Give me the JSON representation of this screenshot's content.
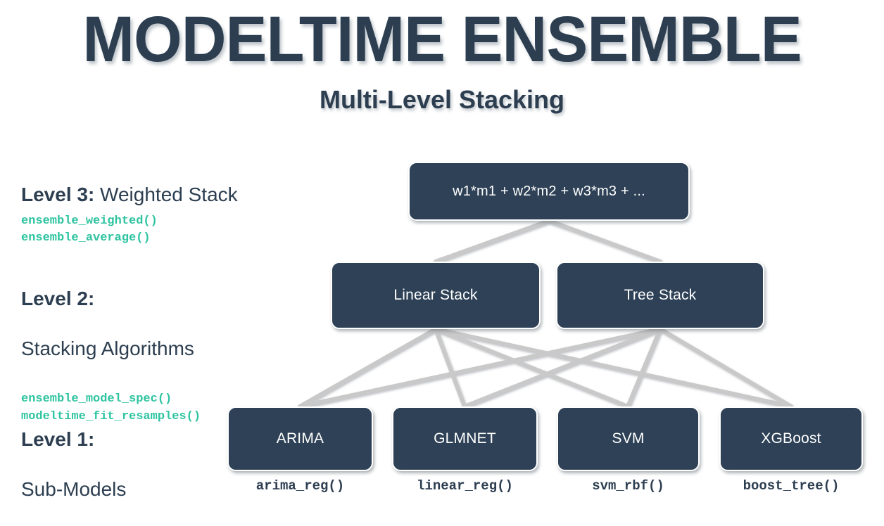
{
  "header": {
    "title": "MODELTIME ENSEMBLE",
    "subtitle": "Multi-Level Stacking"
  },
  "colors": {
    "background": "#ffffff",
    "navy": "#2c3e50",
    "box_fill": "#2e4156",
    "box_border": "#ffffff",
    "code_teal": "#2ec4a0",
    "edge_gray": "#c0c0c0"
  },
  "levels": [
    {
      "id": "level-3",
      "level_label": "Level 3:",
      "description": " Weighted Stack",
      "inline": true,
      "code": [
        "ensemble_weighted()",
        "ensemble_average()"
      ]
    },
    {
      "id": "level-2",
      "level_label": "Level 2:",
      "description": "Stacking Algorithms",
      "inline": false,
      "code": [
        "ensemble_model_spec()",
        "modeltime_fit_resamples()"
      ]
    },
    {
      "id": "level-1",
      "level_label": "Level 1:",
      "description": "Sub-Models",
      "inline": false,
      "code": []
    }
  ],
  "nodes": {
    "level3": [
      {
        "label": "w1*m1 + w2*m2 + w3*m3 + ..."
      }
    ],
    "level2": [
      {
        "label": "Linear Stack"
      },
      {
        "label": "Tree Stack"
      }
    ],
    "level1": [
      {
        "label": "ARIMA",
        "fn": "arima_reg()"
      },
      {
        "label": "GLMNET",
        "fn": "linear_reg()"
      },
      {
        "label": "SVM",
        "fn": "svm_rbf()"
      },
      {
        "label": "XGBoost",
        "fn": "boost_tree()"
      }
    ]
  },
  "chart_data": {
    "type": "diagram",
    "title": "MODELTIME ENSEMBLE",
    "subtitle": "Multi-Level Stacking",
    "layout": "bottom-up stacking hierarchy, 3 levels",
    "edges": [
      {
        "from": "w1*m1 + w2*m2 + w3*m3 + ...",
        "to": "Linear Stack"
      },
      {
        "from": "w1*m1 + w2*m2 + w3*m3 + ...",
        "to": "Tree Stack"
      },
      {
        "from": "Linear Stack",
        "to": "ARIMA"
      },
      {
        "from": "Linear Stack",
        "to": "GLMNET"
      },
      {
        "from": "Linear Stack",
        "to": "SVM"
      },
      {
        "from": "Linear Stack",
        "to": "XGBoost"
      },
      {
        "from": "Tree Stack",
        "to": "ARIMA"
      },
      {
        "from": "Tree Stack",
        "to": "GLMNET"
      },
      {
        "from": "Tree Stack",
        "to": "SVM"
      },
      {
        "from": "Tree Stack",
        "to": "XGBoost"
      }
    ]
  }
}
